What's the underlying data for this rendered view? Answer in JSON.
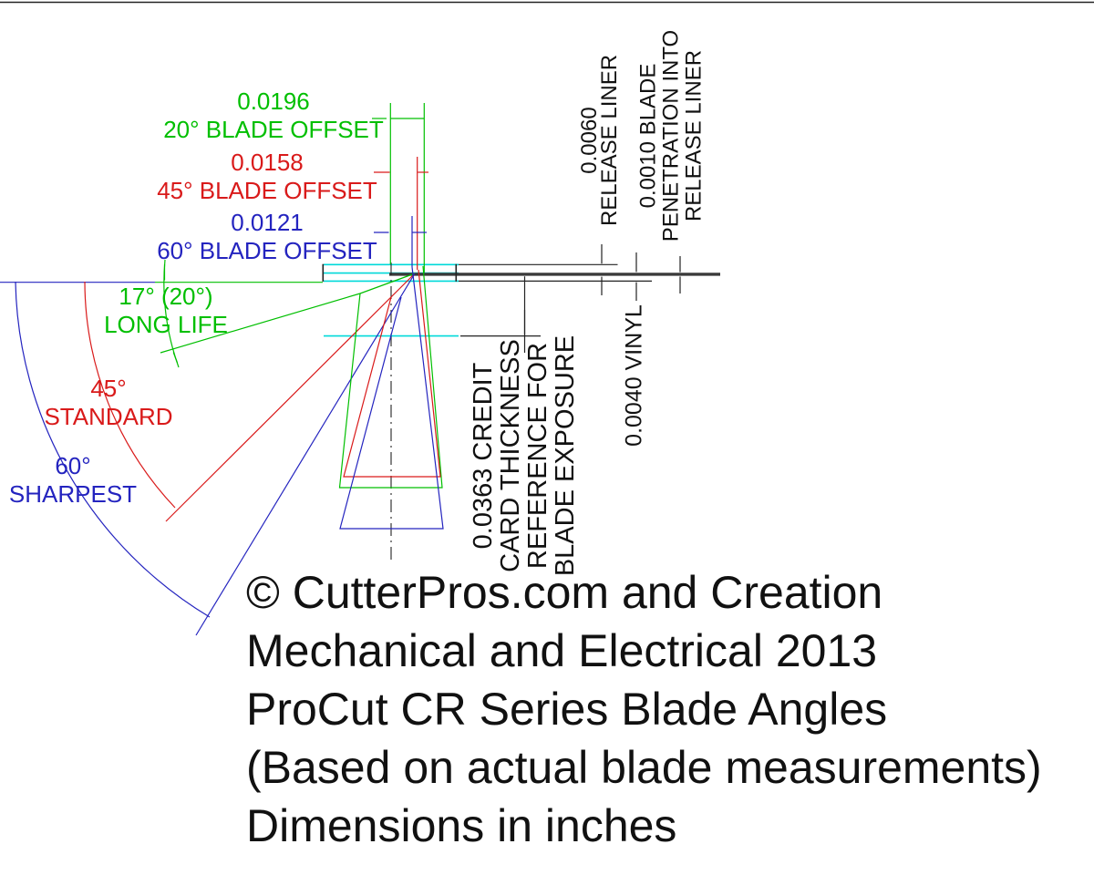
{
  "colors": {
    "green": "#00bf00",
    "red": "#d91a1a",
    "blue": "#2424bf",
    "cyan": "#00d9d9",
    "line_black": "#222222"
  },
  "offset_dimensions": [
    {
      "value": "0.0196",
      "label": "20° BLADE OFFSET",
      "color": "green"
    },
    {
      "value": "0.0158",
      "label": "45° BLADE OFFSET",
      "color": "red"
    },
    {
      "value": "0.0121",
      "label": "60° BLADE OFFSET",
      "color": "blue"
    }
  ],
  "angle_labels": [
    {
      "value": "17° (20°)",
      "label": "LONG LIFE",
      "color": "green"
    },
    {
      "value": "45°",
      "label": "STANDARD",
      "color": "red"
    },
    {
      "value": "60°",
      "label": "SHARPEST",
      "color": "blue"
    }
  ],
  "material_dimensions": {
    "release_liner": [
      "0.0060",
      "RELEASE LINER"
    ],
    "blade_penetration": [
      "0.0010 BLADE",
      "PENETRATION INTO",
      "RELEASE LINER"
    ],
    "vinyl": [
      "0.0040 VINYL"
    ],
    "credit_card": [
      "0.0363 CREDIT",
      "CARD THICKNESS",
      "REFERENCE FOR",
      "BLADE EXPOSURE"
    ]
  },
  "footer_lines": [
    "© CutterPros.com and Creation",
    "Mechanical and Electrical 2013",
    "ProCut CR Series Blade Angles",
    "(Based on actual blade measurements)",
    "Dimensions in inches"
  ]
}
